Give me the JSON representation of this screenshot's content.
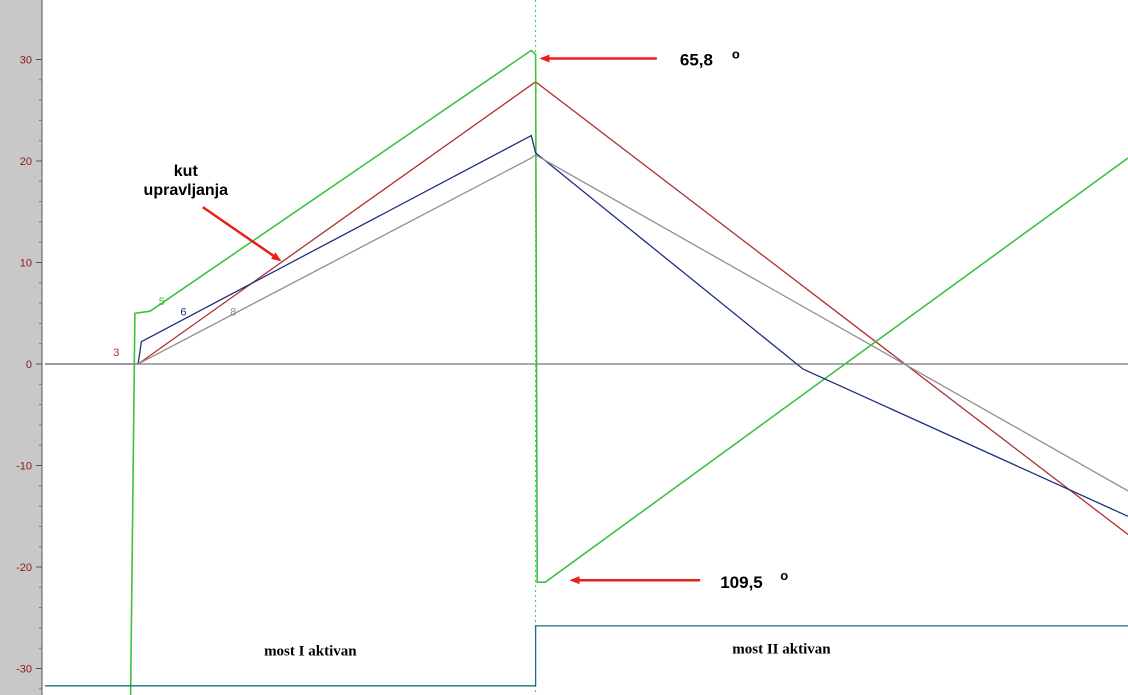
{
  "chart_data": {
    "type": "line",
    "title": "",
    "xlabel": "",
    "ylabel": "",
    "xlim": [
      0,
      100
    ],
    "ylim": [
      -32,
      35
    ],
    "y_ticks": [
      30,
      20,
      10,
      0,
      -10,
      -20,
      -30
    ],
    "grid": false,
    "series": [
      {
        "name": "3",
        "color": "#b03030",
        "points": [
          [
            0,
            0
          ],
          [
            8.6,
            0
          ],
          [
            45.3,
            27.8
          ],
          [
            100,
            -16.8
          ]
        ]
      },
      {
        "name": "5",
        "color": "#3fc23f",
        "points": [
          [
            0,
            -32.8
          ],
          [
            7.9,
            -32.8
          ],
          [
            8.3,
            5.0
          ],
          [
            9.7,
            5.2
          ],
          [
            44.9,
            30.9
          ],
          [
            45.3,
            30.5
          ],
          [
            45.45,
            -21.5
          ],
          [
            46.2,
            -21.5
          ],
          [
            100,
            20.3
          ]
        ]
      },
      {
        "name": "6",
        "color": "#1f2f80",
        "points": [
          [
            0,
            0
          ],
          [
            8.6,
            0
          ],
          [
            8.9,
            2.2
          ],
          [
            44.9,
            22.5
          ],
          [
            45.3,
            20.8
          ],
          [
            70.0,
            -0.5
          ],
          [
            100,
            -15.0
          ]
        ]
      },
      {
        "name": "8",
        "color": "#909090",
        "points": [
          [
            0,
            0
          ],
          [
            8.6,
            0
          ],
          [
            44.9,
            20.3
          ],
          [
            45.3,
            20.6
          ],
          [
            100,
            -12.5
          ]
        ]
      },
      {
        "name": "",
        "color": "#1a6f7f",
        "points": [
          [
            0,
            -31.7
          ],
          [
            45.3,
            -31.7
          ],
          [
            45.3,
            -25.8
          ],
          [
            100,
            -25.8
          ]
        ]
      }
    ],
    "series_labels": [
      {
        "name": "3",
        "x": 6.3,
        "y": 0.8
      },
      {
        "name": "5",
        "x": 10.5,
        "y": 5.8
      },
      {
        "name": "6",
        "x": 12.5,
        "y": 4.8
      },
      {
        "name": "8",
        "x": 17.1,
        "y": 4.8
      }
    ],
    "vertical_marker_x": 45.3,
    "annotations": [
      {
        "id": "ann-top",
        "value": "65,8",
        "degree": "o",
        "x": 56.5,
        "y": 30.0
      },
      {
        "id": "ann-bottom",
        "value": "109,5",
        "degree": "o",
        "x": 60.5,
        "y": -21.5
      },
      {
        "id": "ann-kut",
        "lines": [
          "kut",
          "upravljanja"
        ],
        "x": 13.0,
        "y": 19.0
      }
    ],
    "regions": [
      {
        "id": "region-most-1",
        "text": "most I aktivan",
        "x": 24.5,
        "y": -28.7
      },
      {
        "id": "region-most-2",
        "text": "most II aktivan",
        "x": 68.0,
        "y": -28.5
      }
    ]
  }
}
